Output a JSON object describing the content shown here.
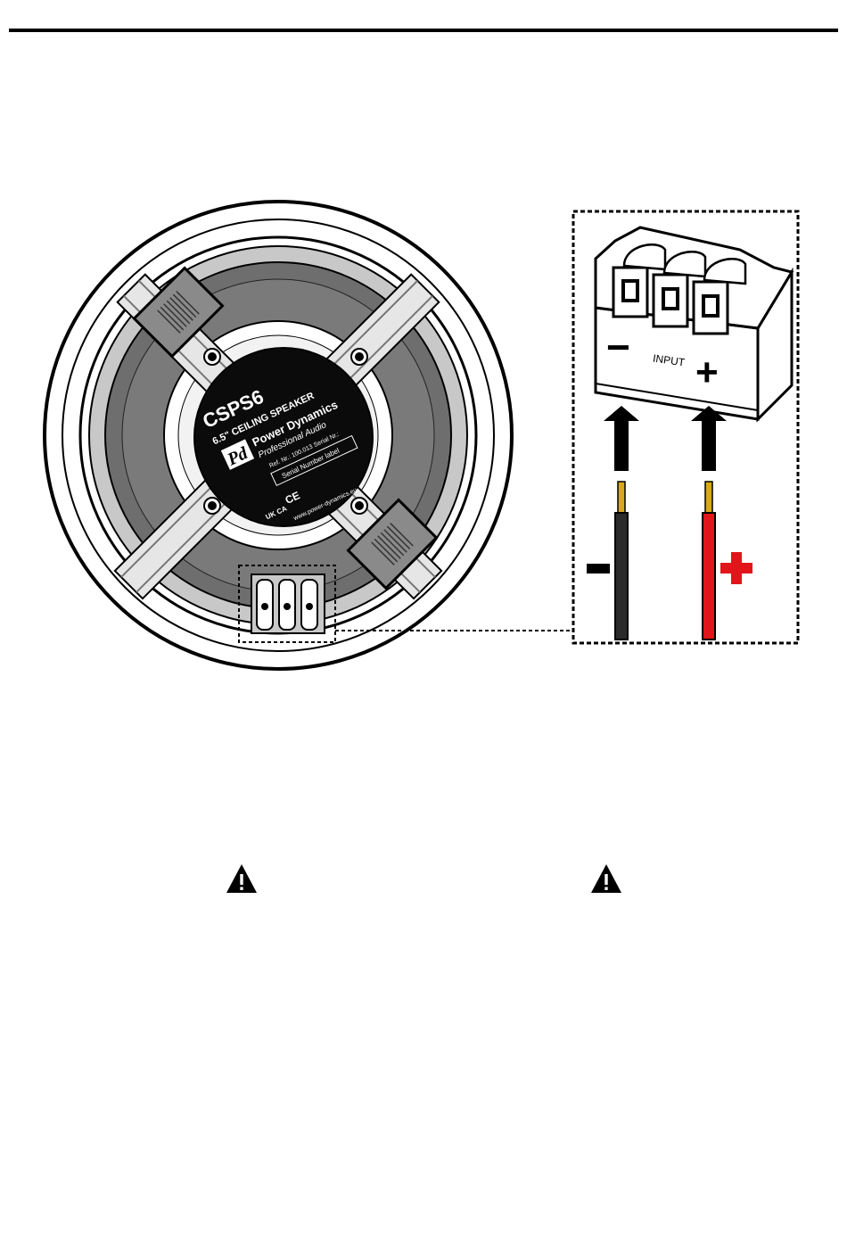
{
  "label": {
    "model": "CSPS6",
    "model_desc": "6.5\" CEILING SPEAKER",
    "brand": "Power Dynamics",
    "brand_tag": "Professional Audio",
    "ref_label": "Ref. Nr.: 100.013",
    "serial_label": "Serial Nr.:",
    "serial_box": "Serial Number label",
    "ukca": "UK CA",
    "ce": "CE",
    "website": "www.power-dynamics.eu"
  },
  "terminal": {
    "input_label": "INPUT",
    "minus_symbol": "−",
    "plus_symbol": "+"
  },
  "wires": {
    "negative_color": "#2b2b2b",
    "positive_color": "#e0161b",
    "tip_color": "#d9a81a"
  },
  "icons": {
    "warning_left": "warning-triangle-icon",
    "warning_right": "warning-triangle-icon"
  }
}
